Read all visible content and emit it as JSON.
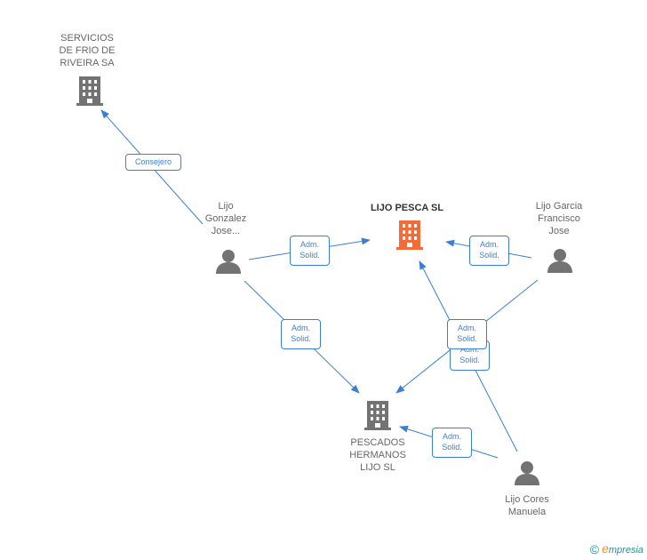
{
  "colors": {
    "edge": "#3a7fd5",
    "company": "#737373",
    "main_company": "#f26b3a",
    "person": "#737373"
  },
  "nodes": {
    "servicios": {
      "label": "SERVICIOS DE FRIO DE RIVEIRA SA",
      "lines": [
        "SERVICIOS",
        "DE FRIO DE",
        "RIVEIRA SA"
      ],
      "icon": "building-icon"
    },
    "lijo_pesca": {
      "label": "LIJO PESCA SL",
      "icon": "building-icon"
    },
    "pescados": {
      "lines": [
        "PESCADOS",
        "HERMANOS",
        "LIJO SL"
      ],
      "icon": "building-icon"
    },
    "lijo_gonzalez": {
      "lines": [
        "Lijo",
        "Gonzalez",
        "Jose..."
      ],
      "icon": "person-icon"
    },
    "lijo_garcia": {
      "lines": [
        "Lijo Garcia",
        "Francisco",
        "Jose"
      ],
      "icon": "person-icon"
    },
    "lijo_cores": {
      "lines": [
        "Lijo Cores",
        "Manuela"
      ],
      "icon": "person-icon"
    }
  },
  "edges": [
    {
      "from": "lijo_gonzalez",
      "to": "servicios",
      "lines": [
        "Consejero"
      ]
    },
    {
      "from": "lijo_gonzalez",
      "to": "lijo_pesca",
      "lines": [
        "Adm.",
        "Solid."
      ]
    },
    {
      "from": "lijo_gonzalez",
      "to": "pescados",
      "lines": [
        "Adm.",
        "Solid."
      ]
    },
    {
      "from": "lijo_garcia",
      "to": "lijo_pesca",
      "lines": [
        "Adm.",
        "Solid."
      ]
    },
    {
      "from": "lijo_garcia",
      "to": "pescados",
      "lines": [
        "Adm.",
        "Solid."
      ]
    },
    {
      "from": "lijo_cores",
      "to": "lijo_pesca",
      "lines": [
        "Adm.",
        "Solid."
      ]
    },
    {
      "from": "lijo_cores",
      "to": "pescados",
      "lines": [
        "Adm.",
        "Solid."
      ]
    }
  ],
  "footer": {
    "copyright": "©",
    "brand_first": "e",
    "brand_rest": "mpresia"
  }
}
